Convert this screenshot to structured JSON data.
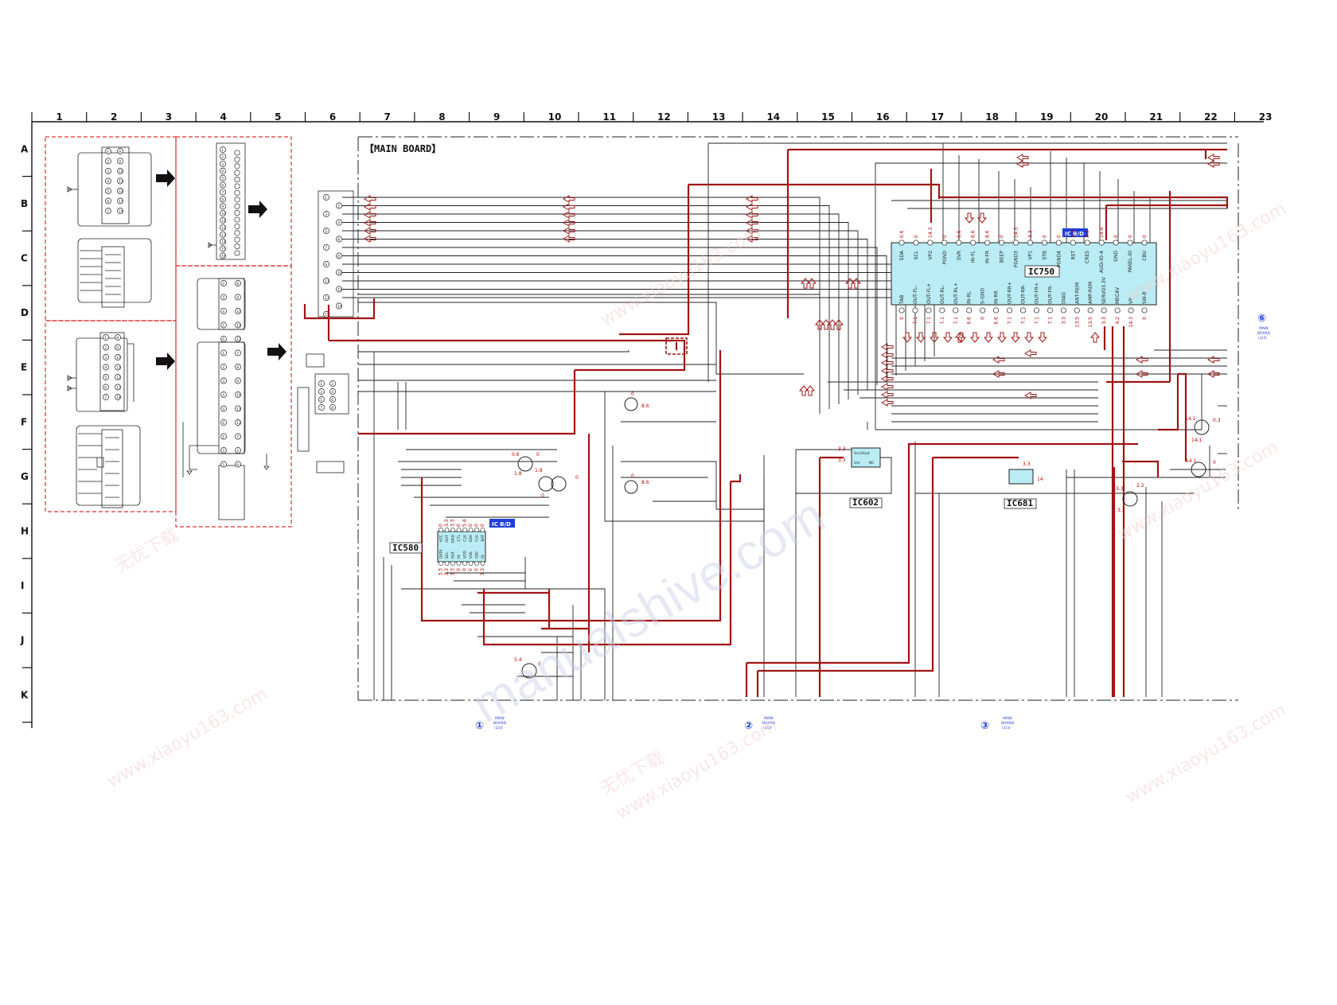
{
  "page": {
    "column_labels": [
      "1",
      "2",
      "3",
      "4",
      "5",
      "6",
      "7",
      "8",
      "9",
      "10",
      "11",
      "12",
      "13",
      "14",
      "15",
      "16",
      "17",
      "18",
      "19",
      "20",
      "21",
      "22",
      "23"
    ],
    "row_labels": [
      "A",
      "B",
      "C",
      "D",
      "E",
      "F",
      "G",
      "H",
      "I",
      "J",
      "K"
    ]
  },
  "board_title": "【MAIN BOARD】",
  "ic_labels": {
    "ic750": "IC750",
    "ic580": "IC580",
    "ic602": "IC602",
    "ic681": "IC681"
  },
  "ic_badges": {
    "ic750_badge": "IC B/D",
    "ic580_badge": "IC B/D"
  },
  "ic750_top_pins": [
    "SDA",
    "SCL",
    "VP2",
    "PGND",
    "SVR",
    "IN-FL",
    "IN-FR",
    "BEEP",
    "PGND3",
    "VP1",
    "STB",
    "PGND4",
    "RST",
    "CRES",
    "AUD-IO-4",
    "GND",
    "PANEL-IO",
    "CBU"
  ],
  "ic750_bottom_pins": [
    "TAB",
    "OUT-FL-",
    "OUT-FL+",
    "OUT-RL-",
    "OUT-RL+",
    "IN-RL",
    "S-GND",
    "IN-RR",
    "OUT-RR+",
    "OUT-RR-",
    "OUT-FR+",
    "OUT-FR-",
    "DIAG",
    "ANT-REM",
    "AMP-REM",
    "SERVO3.3V",
    "MEC4V",
    "VP",
    "SW-B"
  ],
  "ic750_top_voltages": [
    "0.6",
    "0",
    "14.3",
    "0",
    "8.6",
    "8.6",
    "8.6",
    "0",
    "14.3",
    "3.3",
    "0",
    "0",
    "3.3",
    "3.3",
    "14.4",
    "0",
    "0",
    "0"
  ],
  "ic750_bottom_voltages": [
    "0",
    "7.1",
    "7.1",
    "7.1",
    "7.1",
    "6.6",
    "0",
    "6.6",
    "7.1",
    "7.1",
    "7.1",
    "7.1",
    "3.3",
    "13.5",
    "13.5",
    "3.3",
    "4.2",
    "14.3",
    "0"
  ],
  "ic580_pins_top": [
    "VCC",
    "OUT",
    "GND",
    "CTL",
    "CLK",
    "SDA",
    "CLK",
    "BAT"
  ],
  "ic580_pins_bottom": [
    "DATA",
    "SEL",
    "RST",
    "IN",
    "VDD",
    "VSS",
    "OSC",
    "IN"
  ],
  "ic580_voltages_top": [
    "0",
    "3.3",
    "3.3",
    "0",
    "5.4",
    "0",
    "0",
    "0"
  ],
  "ic580_voltages_bottom": [
    "3.3",
    "3.3",
    "3.3",
    "0",
    "0",
    "0",
    "0",
    "3.3"
  ],
  "ic602_pins": [
    "Vcc/Vout",
    "Vss",
    "NC"
  ],
  "ic602_voltages": [
    "3.3",
    "3.3"
  ],
  "ic681_voltages": [
    "3.3",
    "14"
  ],
  "transistor_voltages": {
    "q_g9_a": "0.6",
    "q_g9_b": "1.8",
    "q_g9_c": "0",
    "q_g10_a": "1.8",
    "q_g10_b": "0",
    "q_g10_c": "0",
    "q_f11_a": "0",
    "q_f11_b": "8.6",
    "q_g11_a": "0",
    "q_g11_b": "8.6",
    "q_k9_a": "5.4",
    "q_k9_b": "0",
    "q_f22_a": "14.1",
    "q_f22_b": "0.3",
    "q_f22_c": "14.1",
    "q_g22_a": "14.1",
    "q_g22_b": "0",
    "q_h21_a": "3.3",
    "q_h21_b": "2.2",
    "q_h21_c": "3.3"
  },
  "connector_pins": {
    "conn_left_top": [
      "1",
      "8",
      "2",
      "9",
      "3",
      "10",
      "4",
      "11",
      "5",
      "12",
      "6",
      "13",
      "7",
      "14"
    ],
    "conn_mid_top": [
      "1",
      "2",
      "3",
      "4",
      "5",
      "6",
      "7",
      "8",
      "9",
      "10",
      "11",
      "12",
      "13",
      "14",
      "15",
      "16"
    ],
    "conn_left_bottom": [
      "1",
      "8",
      "2",
      "9",
      "3",
      "10",
      "4",
      "11",
      "5",
      "12",
      "6",
      "13",
      "7",
      "14"
    ],
    "conn_mid_bottom": [
      "2",
      "8",
      "3",
      "9",
      "4",
      "10",
      "5",
      "11",
      "6",
      "12",
      "1",
      "7",
      "2",
      "8",
      "3",
      "9",
      "4",
      "10",
      "5",
      "11",
      "6",
      "12",
      "1",
      "7",
      "3",
      "4",
      "5",
      "6"
    ],
    "conn_main": [
      "1",
      "2",
      "3",
      "4",
      "5",
      "6",
      "7",
      "8",
      "9",
      "10",
      "11",
      "12",
      "13",
      "14",
      "15"
    ],
    "conn_main_small": [
      "1",
      "2",
      "3",
      "4",
      "5",
      "6",
      "7",
      "8"
    ]
  },
  "page_refs": [
    {
      "num": "①",
      "line1": "MAIN",
      "line2": "BOARD",
      "line3": "(1/3)"
    },
    {
      "num": "②",
      "line1": "MAIN",
      "line2": "BOARD",
      "line3": "(1/3)"
    },
    {
      "num": "③",
      "line1": "MAIN",
      "line2": "BOARD",
      "line3": "(1/3)"
    },
    {
      "num": "⑥",
      "line1": "MAIN",
      "line2": "BOARD",
      "line3": "(3/3)"
    }
  ],
  "watermarks": {
    "site_cn": "无忧下载",
    "site_url": "www.xiaoyu163.com",
    "site_big": "manualshive.com"
  },
  "colors": {
    "trace_red": "#a01414",
    "trace_black": "#222222",
    "ic_fill": "#b9ecf4",
    "badge_blue": "#1f3fd6",
    "dash_red": "#e03030"
  }
}
